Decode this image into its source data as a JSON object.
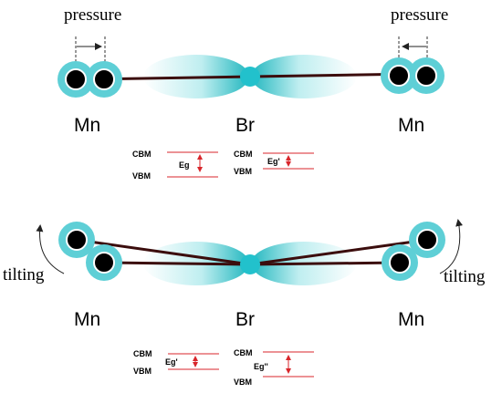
{
  "top": {
    "pressure_left": "pressure",
    "pressure_right": "pressure",
    "atom_left": "Mn",
    "atom_center": "Br",
    "atom_right": "Mn"
  },
  "band_top_left": {
    "cbm": "CBM",
    "vbm": "VBM",
    "gap": "Eg"
  },
  "band_top_right": {
    "cbm": "CBM",
    "vbm": "VBM",
    "gap": "Eg'"
  },
  "bottom": {
    "tilting_left": "tilting",
    "tilting_right": "tilting",
    "atom_left": "Mn",
    "atom_center": "Br",
    "atom_right": "Mn"
  },
  "band_bottom_left": {
    "cbm": "CBM",
    "vbm": "VBM",
    "gap": "Eg'"
  },
  "band_bottom_right": {
    "cbm": "CBM",
    "vbm": "VBM",
    "gap": "Eg''"
  },
  "colors": {
    "atom_ring": "#5ecfd6",
    "atom_core": "#000000",
    "bond": "#3b0d0d",
    "orbital": "#2bbcc4",
    "br_atom": "#22c1cc",
    "band_line": "#d8262b",
    "arrow": "#222222"
  }
}
